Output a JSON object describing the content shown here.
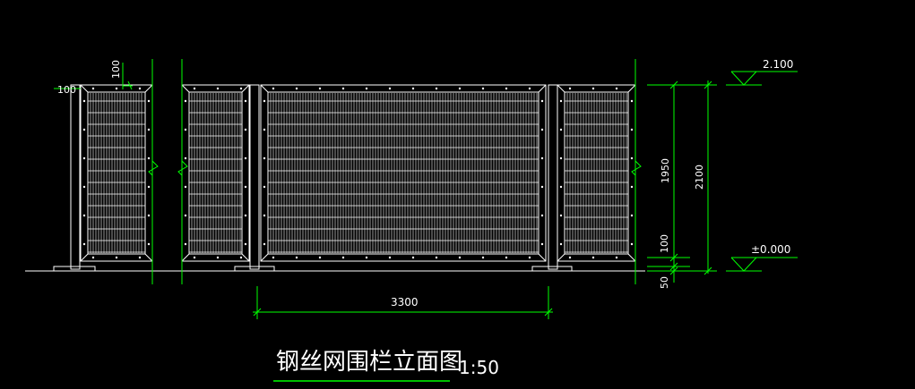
{
  "colors": {
    "background": "#000000",
    "fence": "#ffffff",
    "dimension": "#00ff00",
    "text": "#ffffff",
    "title_underline": "#00ff00"
  },
  "drawing": {
    "title": "钢丝网围栏立面图",
    "scale": "1:50"
  },
  "dimensions": {
    "post_width_label": "100",
    "post_top_label": "100",
    "span_width": "3300",
    "panel_height": "1950",
    "overall_height": "2100",
    "bottom_gap": "100",
    "base_offset": "50"
  },
  "elevations": {
    "top": "2.100",
    "ground": "±0.000"
  }
}
